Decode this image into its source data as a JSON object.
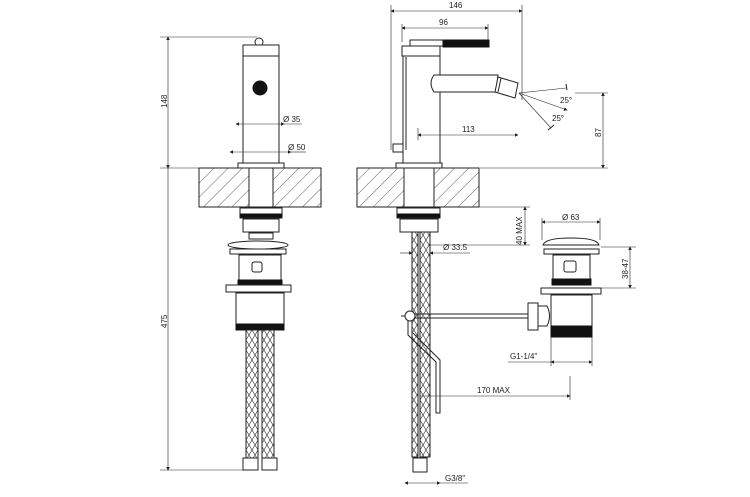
{
  "front_view": {
    "dim_height_top": "148",
    "dim_height_total": "475",
    "dim_body_diameter": "Ø 35",
    "dim_base_diameter": "Ø 50"
  },
  "side_view": {
    "dim_total_depth": "146",
    "dim_handle_length": "96",
    "dim_spout_reach": "113",
    "dim_spout_height": "87",
    "angle_upper": "25°",
    "angle_lower": "25°",
    "dim_deck_thickness": "40 MAX",
    "dim_shank_diameter": "Ø 33.5",
    "dim_rod_length": "170 MAX",
    "dim_hose_thread": "G3/8\""
  },
  "waste_view": {
    "dim_cap_diameter": "Ø 63",
    "dim_range": "38-47",
    "dim_thread": "G1-1/4\""
  }
}
